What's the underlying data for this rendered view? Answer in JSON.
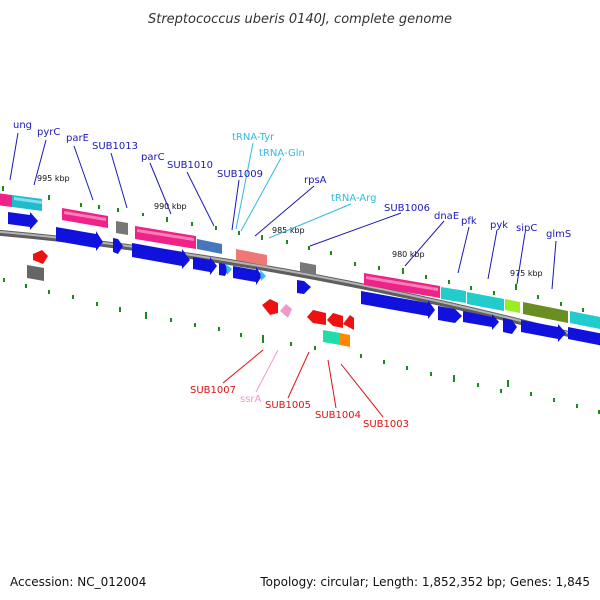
{
  "title": "Streptococcus uberis 0140J, complete genome",
  "footer": {
    "accession": "Accession: NC_012004",
    "topology": "Topology: circular; Length: 1,852,352 bp; Genes: 1,845"
  },
  "scale_labels": [
    "995 kbp",
    "990 kbp",
    "985 kbp",
    "980 kbp",
    "975 kbp"
  ],
  "colors": {
    "forward_label": "#1a1ab4",
    "trna_label": "#33bbdd",
    "reverse_label": "#dd1111",
    "ssra_label": "#ee99cc",
    "backbone": "#808080",
    "tick": "#1a8a1a"
  },
  "forward_genes": [
    {
      "label": "ung"
    },
    {
      "label": "pyrC"
    },
    {
      "label": "parE"
    },
    {
      "label": "SUB1013"
    },
    {
      "label": "parC"
    },
    {
      "label": "SUB1010"
    },
    {
      "label": "SUB1009"
    },
    {
      "label": "rpsA"
    },
    {
      "label": "SUB1006"
    },
    {
      "label": "dnaE"
    },
    {
      "label": "pfk"
    },
    {
      "label": "pyk"
    },
    {
      "label": "sipC"
    },
    {
      "label": "glmS"
    }
  ],
  "trna_genes": [
    {
      "label": "tRNA-Tyr"
    },
    {
      "label": "tRNA-Gln"
    },
    {
      "label": "tRNA-Arg"
    }
  ],
  "reverse_genes": [
    {
      "label": "SUB1007"
    },
    {
      "label": "ssrA"
    },
    {
      "label": "SUB1005"
    },
    {
      "label": "SUB1004"
    },
    {
      "label": "SUB1003"
    }
  ]
}
